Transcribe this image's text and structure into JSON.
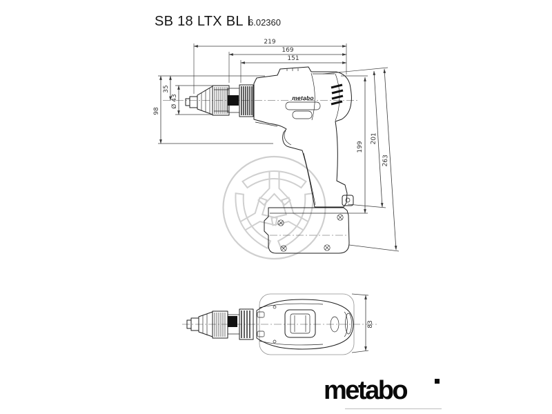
{
  "header": {
    "title": "SB 18 LTX BL I",
    "article_number": "6.02360"
  },
  "drawing": {
    "body_label": "metabo",
    "dims": {
      "d219": "219",
      "d169": "169",
      "d151": "151",
      "d98": "98",
      "d35": "35",
      "d43": "Ø 43",
      "d199": "199",
      "d201": "201",
      "d263": "263",
      "d83": "83"
    }
  },
  "footer": {
    "brand": "metabo"
  },
  "colors": {
    "line": "#1c1c1c",
    "dim": "#3a3a3a",
    "watermark": "#cfcfcf",
    "brand": "#0a0a0a"
  }
}
